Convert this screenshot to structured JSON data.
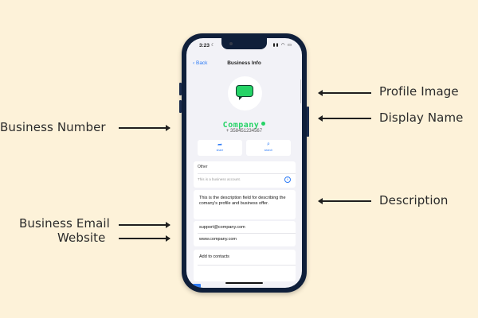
{
  "annotations": {
    "profile_image": "Profile Image",
    "display_name": "Display Name",
    "description": "Description",
    "business_number": "Business Number",
    "business_email": "Business Email",
    "website": "Website"
  },
  "phone": {
    "status_bar": {
      "time": "3:23",
      "icons": "▮▮ ◠ ▭"
    },
    "nav": {
      "back_label": "Back",
      "title": "Business Info"
    },
    "profile": {
      "name": "Company",
      "number": "+ 358451234567"
    },
    "actions": [
      {
        "label": "share",
        "icon": "share-arrow-icon"
      },
      {
        "label": "search",
        "icon": "search-icon"
      }
    ],
    "other": {
      "label": "Other",
      "account_note": "This is a business account."
    },
    "description": "This is the description field for describing the comany's profile and business offer.",
    "email": "support@company.com",
    "website": "www.company.com",
    "add_to_contacts": "Add to contacts"
  },
  "colors": {
    "background": "#fdf2d9",
    "phone_frame": "#0f1f3a",
    "accent_green": "#25d366",
    "link_blue": "#2f7cf6"
  }
}
